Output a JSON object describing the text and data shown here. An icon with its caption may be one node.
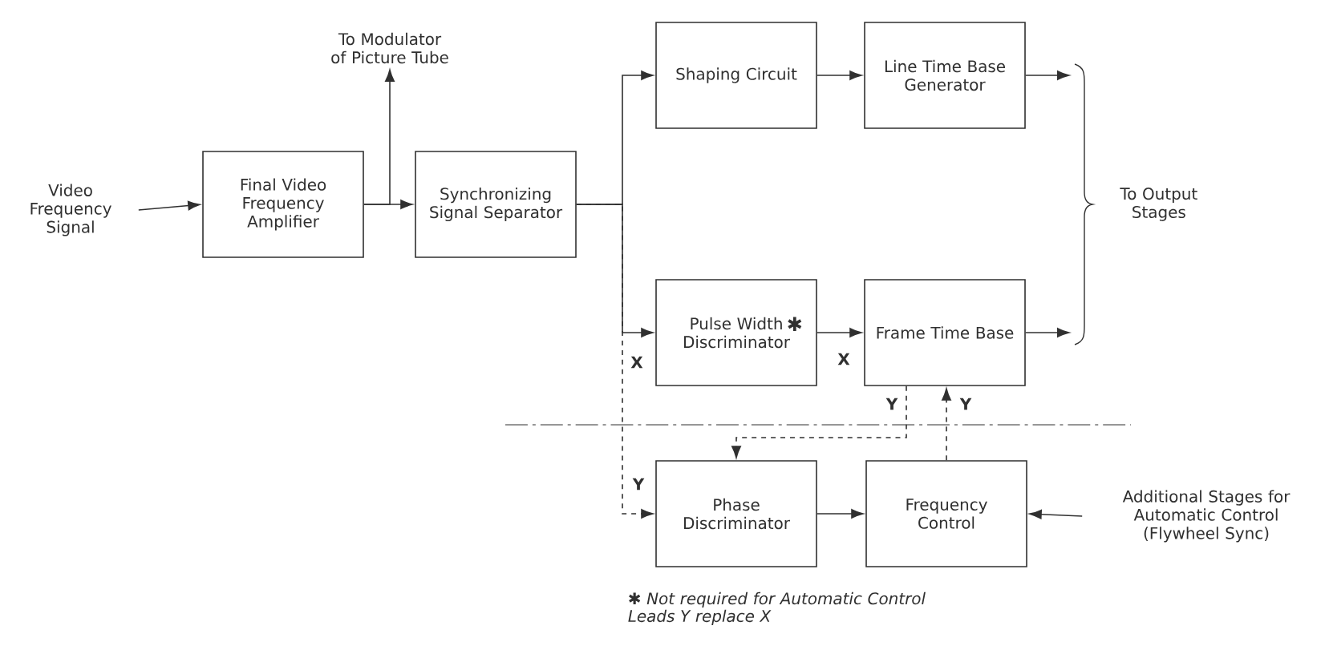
{
  "diagram": {
    "nodes": [
      {
        "text": [
          "Video Frequency Signal"
        ]
      },
      {
        "text": [
          "Final Video Frequency Amplifier"
        ]
      },
      {
        "text": [
          "Synchronizing Signal Separator"
        ]
      },
      {
        "text": [
          "To Modulator of Picture Tube"
        ]
      },
      {
        "text": [
          "Shaping Circuit"
        ]
      },
      {
        "text": [
          "Line Time Base Generator"
        ]
      },
      {
        "text": [
          "Pulse Width Discriminator",
          "✱"
        ]
      },
      {
        "text": [
          "Frame Time Base"
        ]
      },
      {
        "text": [
          "To Output Stages"
        ]
      },
      {
        "text": [
          "Phase Discriminator"
        ]
      },
      {
        "text": [
          "Frequency Control"
        ]
      },
      {
        "text": [
          "Additional Stages for Automatic Control (Flywheel Sync)"
        ]
      }
    ],
    "edges": [
      {
        "from": 0,
        "to": 1,
        "arrow": "to"
      },
      {
        "from": 1,
        "to": 2,
        "arrow": "to"
      },
      {
        "from": 1,
        "to": 3,
        "arrow": "to"
      },
      {
        "from": 2,
        "to": 4,
        "arrow": "to"
      },
      {
        "from": 2,
        "to": 6,
        "arrow": "to",
        "label": "X"
      },
      {
        "from": 2,
        "to": 9,
        "arrow": "to",
        "label": "Y",
        "style": "dashed"
      },
      {
        "from": 4,
        "to": 5,
        "arrow": "to"
      },
      {
        "from": 6,
        "to": 7,
        "arrow": "to",
        "label": "X"
      },
      {
        "from": 5,
        "to": 8,
        "arrow": "to"
      },
      {
        "from": 7,
        "to": 8,
        "arrow": "to"
      },
      {
        "from": 7,
        "to": 9,
        "arrow": "to",
        "label": "Y",
        "style": "dashed"
      },
      {
        "from": 10,
        "to": 7,
        "arrow": "to",
        "label": "Y",
        "style": "dashed"
      },
      {
        "from": 9,
        "to": 10,
        "arrow": "to"
      },
      {
        "from": 11,
        "to": 10,
        "arrow": "to"
      }
    ],
    "labels": [
      "✱ Not required for Automatic Control Leads Y replace X"
    ]
  }
}
